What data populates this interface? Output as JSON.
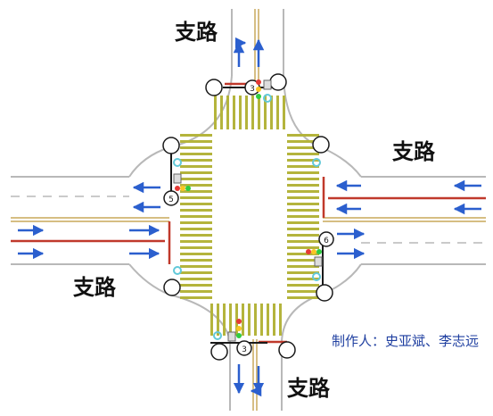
{
  "labels": {
    "north": "支路",
    "east": "支路",
    "west": "支路",
    "south": "支路",
    "credit": "制作人：史亚斌、李志远"
  },
  "signal_numbers": {
    "north": "3",
    "west": "5",
    "east": "6",
    "south": "3"
  },
  "colors": {
    "road_edge": "#b8b8b8",
    "crosswalk": "#b4b43c",
    "center_line": "#c8a85a",
    "stop_line": "#c0392b",
    "arrow": "#2b5fce",
    "label_blue": "#1f3fa0",
    "signal_pole": "#1a1a1a",
    "signal_red": "#e53935",
    "signal_yellow": "#f9c623",
    "signal_green": "#2ecc40",
    "ped_signal": "#62c9d9"
  },
  "icons": [
    "turn-arrow-icon",
    "straight-arrow-icon",
    "traffic-light-icon",
    "pedestrian-signal-icon",
    "sign-post-icon"
  ]
}
